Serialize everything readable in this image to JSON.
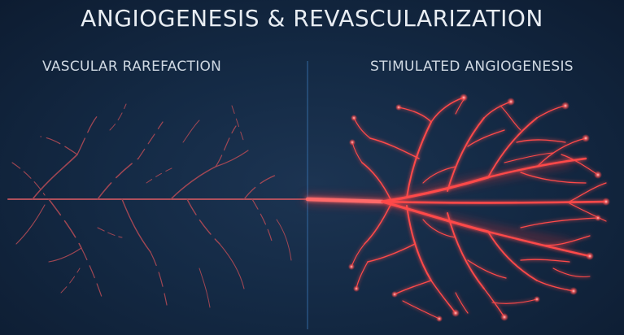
{
  "title": "ANGIOGENESIS & REVASCULARIZATION",
  "panels": {
    "left": {
      "label": "VASCULAR RAREFACTION"
    },
    "right": {
      "label": "STIMULATED ANGIOGENESIS"
    }
  },
  "colors": {
    "background": "#142a45",
    "divider": "#3a78b8",
    "rarefied_vessel": "#b04a55",
    "active_vessel": "#ff4a4a",
    "glow": "#ff8a8a"
  }
}
